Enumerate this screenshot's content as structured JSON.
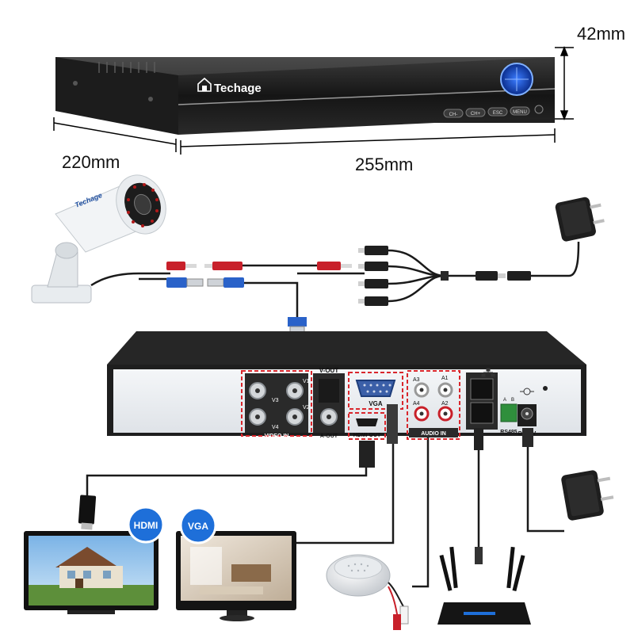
{
  "dimensions": {
    "height": "42mm",
    "depth": "220mm",
    "width": "255mm"
  },
  "dvr": {
    "brand": "Techage",
    "front_buttons": [
      "CH-",
      "CH+",
      "ESC",
      "MENU"
    ]
  },
  "rear_panel": {
    "video_in": "VIDEO IN",
    "video_channels": [
      "V3",
      "V1",
      "V4",
      "V2"
    ],
    "v_out": "V-OUT",
    "a_out": "A-OUT",
    "vga": "VGA",
    "hdmi_out": "HDMI OUT",
    "audio_in": "AUDIO IN",
    "audio_channels": [
      "A3",
      "A1",
      "A4",
      "A2"
    ],
    "rs485": "RS485",
    "rs485_pins": [
      "A",
      "B"
    ],
    "power": "DC12V"
  },
  "badges": {
    "hdmi": "HDMI",
    "vga": "VGA"
  },
  "camera": {
    "brand": "Techage"
  },
  "colors": {
    "dvr_body": "#2b2b2b",
    "highlight_box": "#d9262c",
    "badge_blue": "#1e6fd9",
    "cable": "#1a1a1a",
    "bnc_red": "#c8202a",
    "bnc_blue": "#2a62c9"
  }
}
